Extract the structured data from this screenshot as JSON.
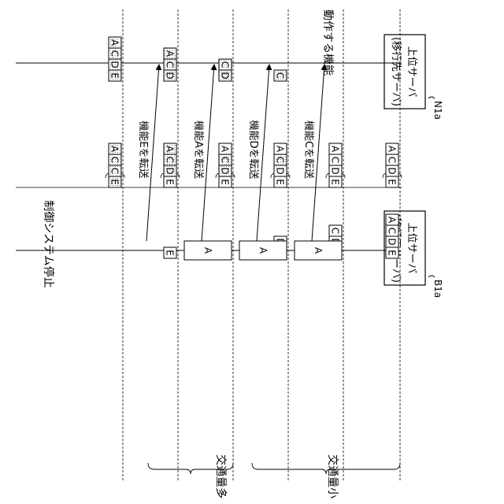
{
  "labels": {
    "active_functions": "動作する機能",
    "source_server_line1": "上位サーバ",
    "source_server_line2": "(移行元サーバ)",
    "source_server_ref": "B1a",
    "dest_server_line1": "上位サーバ",
    "dest_server_line2": "(移行先サーバ)",
    "dest_server_ref": "N1a",
    "stop_label": "制御システム停止",
    "heavy_traffic": "交通量多",
    "light_traffic": "交通量小"
  },
  "rows": [
    {
      "functions": [
        "A",
        "C",
        "D",
        "E"
      ],
      "dotted": [],
      "source": [
        "A",
        "C",
        "D",
        "E"
      ],
      "source_dotted": [],
      "dest": [],
      "dest_dotted": [],
      "exec": "",
      "transfer": ""
    },
    {
      "functions": [
        "A",
        "C",
        "D",
        "E"
      ],
      "dotted": [],
      "source": [
        "C",
        "D",
        "E"
      ],
      "source_dotted": [],
      "dest": [],
      "dest_dotted": [],
      "exec": "A",
      "transfer": "機能Cを転送"
    },
    {
      "functions": [
        "A",
        "C",
        "D",
        "E"
      ],
      "dotted": [
        "C"
      ],
      "source": [
        "D",
        "E"
      ],
      "source_dotted": [],
      "dest": [
        "C"
      ],
      "dest_dotted": [
        "C"
      ],
      "exec": "A",
      "transfer": "機能Dを転送"
    },
    {
      "functions": [
        "A",
        "C",
        "D",
        "E"
      ],
      "dotted": [
        "C",
        "D"
      ],
      "source": [
        "E"
      ],
      "source_dotted": [],
      "dest": [
        "C",
        "D"
      ],
      "dest_dotted": [
        "C",
        "D"
      ],
      "exec": "A",
      "transfer": "機能Aを転送"
    },
    {
      "functions": [
        "A",
        "C",
        "D",
        "E"
      ],
      "dotted": [
        "A",
        "C",
        "D"
      ],
      "source": [
        "E"
      ],
      "source_dotted": [],
      "dest": [
        "A",
        "C",
        "D"
      ],
      "dest_dotted": [
        "A",
        "C",
        "D"
      ],
      "exec": "",
      "transfer": "機能Eを転送"
    },
    {
      "functions": [
        "A",
        "C",
        "C",
        "E"
      ],
      "dotted": [
        "A",
        "C",
        "C",
        "E"
      ],
      "source": [],
      "source_dotted": [],
      "dest": [
        "A",
        "C",
        "D",
        "E"
      ],
      "dest_dotted": [
        "A",
        "C",
        "D",
        "E"
      ],
      "exec": "",
      "transfer": ""
    }
  ]
}
